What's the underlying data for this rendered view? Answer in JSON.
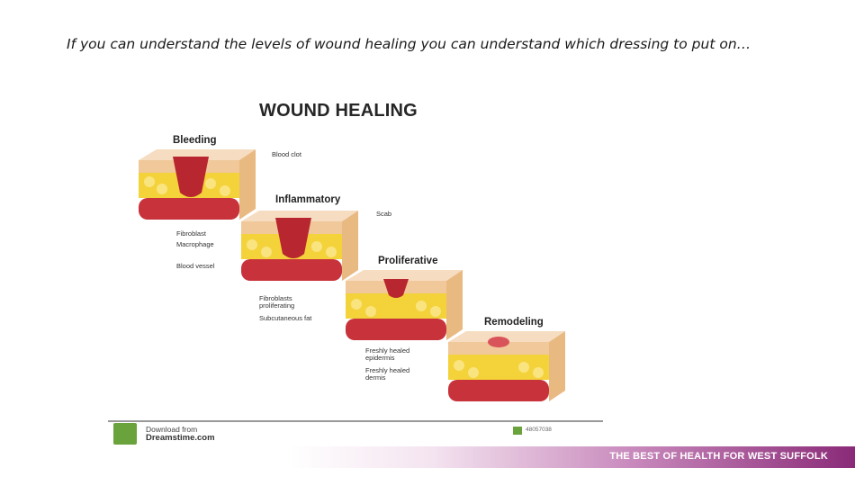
{
  "slide": {
    "heading": "If you can understand the levels of wound healing you can understand which dressing to put on…"
  },
  "figure": {
    "title": "WOUND HEALING",
    "stages": [
      "Bleeding",
      "Inflammatory",
      "Proliferative",
      "Remodeling"
    ],
    "callouts": {
      "blood_clot": "Blood clot",
      "scab": "Scab",
      "fibroblast": "Fibroblast",
      "macrophage": "Macrophage",
      "blood_vessel": "Blood vessel",
      "fibroblasts_proliferating_1": "Fibroblasts",
      "fibroblasts_proliferating_2": "proliferating",
      "subcutaneous_fat": "Subcutaneous fat",
      "freshly_healed_epidermis_1": "Freshly healed",
      "freshly_healed_epidermis_2": "epidermis",
      "freshly_healed_dermis_1": "Freshly healed",
      "freshly_healed_dermis_2": "dermis"
    },
    "stock": {
      "download": "Download from",
      "site": "Dreamstime.com",
      "id": "48057038"
    }
  },
  "banner": {
    "text": "THE BEST OF HEALTH FOR WEST SUFFOLK"
  },
  "colors": {
    "skin": "#f2cfa5",
    "fat": "#f4d23a",
    "wound": "#b8262f",
    "vessel": "#c8323a",
    "banner_end": "#8a2a78"
  }
}
